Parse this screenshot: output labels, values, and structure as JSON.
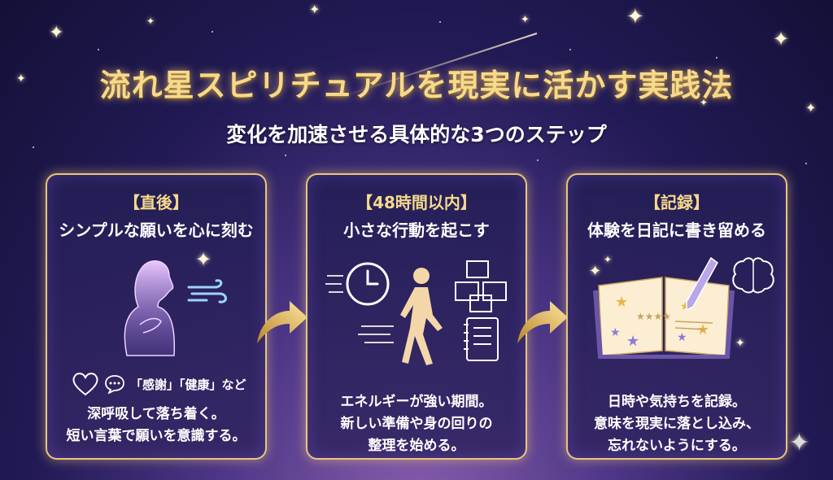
{
  "title": "流れ星スピリチュアルを現実に活かす実践法",
  "subtitle": "変化を加速させる具体的な3つのステップ",
  "cards": [
    {
      "tag": "【直後】",
      "heading": "シンプルな願いを心に刻む",
      "keywords": "「感謝」「健康」など",
      "body": [
        "深呼吸して落ち着く。",
        "短い言葉で願いを意識する。"
      ],
      "icons": [
        "woman-breathing-icon",
        "wind-icon",
        "heart-icon",
        "speech-bubble-icon"
      ]
    },
    {
      "tag": "【48時間以内】",
      "heading": "小さな行動を起こす",
      "body": [
        "エネルギーが強い期間。",
        "新しい準備や身の回りの",
        "整理を始める。"
      ],
      "icons": [
        "clock-icon",
        "walking-person-icon",
        "boxes-icon",
        "notebook-icon"
      ]
    },
    {
      "tag": "【記録】",
      "heading": "体験を日記に書き留める",
      "body": [
        "日時や気持ちを記録。",
        "意味を現実に落とし込み、",
        "忘れないようにする。"
      ],
      "icons": [
        "open-diary-icon",
        "pen-icon",
        "brain-icon"
      ]
    }
  ],
  "colors": {
    "accent_gold": "#e8c778",
    "title_gold": "#f7d98a",
    "card_bg": "#2a2366"
  }
}
